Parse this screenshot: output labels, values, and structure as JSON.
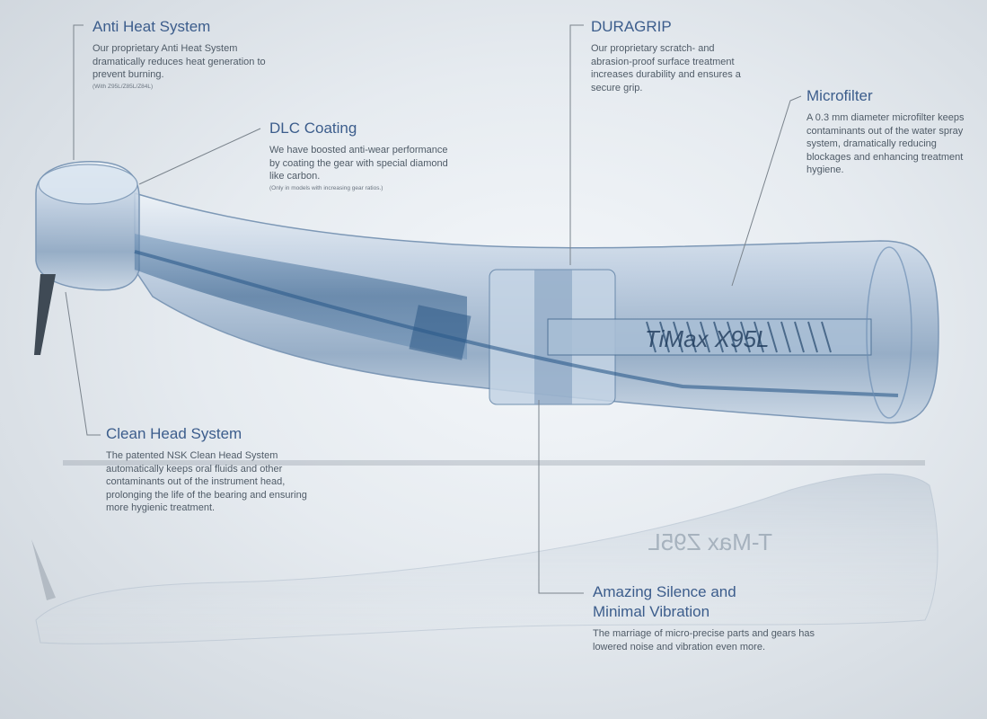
{
  "callouts": {
    "anti_heat": {
      "title": "Anti Heat System",
      "text": "Our proprietary Anti Heat System dramatically reduces heat generation to prevent burning.",
      "note": "(With Z95L/Z85L/Z84L)"
    },
    "dlc": {
      "title": "DLC Coating",
      "text": "We have boosted anti-wear performance by coating the gear with special diamond like carbon.",
      "note": "(Only in models with increasing gear ratios.)"
    },
    "duragrip": {
      "title": "DURAGRIP",
      "text": "Our proprietary scratch- and abrasion-proof surface treatment increases durability and ensures a secure grip."
    },
    "microfilter": {
      "title": "Microfilter",
      "text": "A 0.3 mm diameter microfilter keeps contaminants out of the water spray system, dramatically reducing blockages and enhancing treatment hygiene."
    },
    "clean_head": {
      "title": "Clean Head System",
      "text": "The patented NSK Clean Head System automatically keeps oral fluids and other contaminants out of the instrument head, prolonging the life of the bearing and ensuring more hygienic treatment."
    },
    "silence": {
      "title_line1": "Amazing Silence and",
      "title_line2": "Minimal Vibration",
      "text": "The marriage of micro-precise parts and gears has lowered noise and vibration even more."
    }
  },
  "handpiece": {
    "engraving": "TiMax X95L",
    "reflection_engraving": "T-Max Z95L",
    "body_color": "#9fb6cf",
    "internal_color": "#3d6e9e"
  }
}
